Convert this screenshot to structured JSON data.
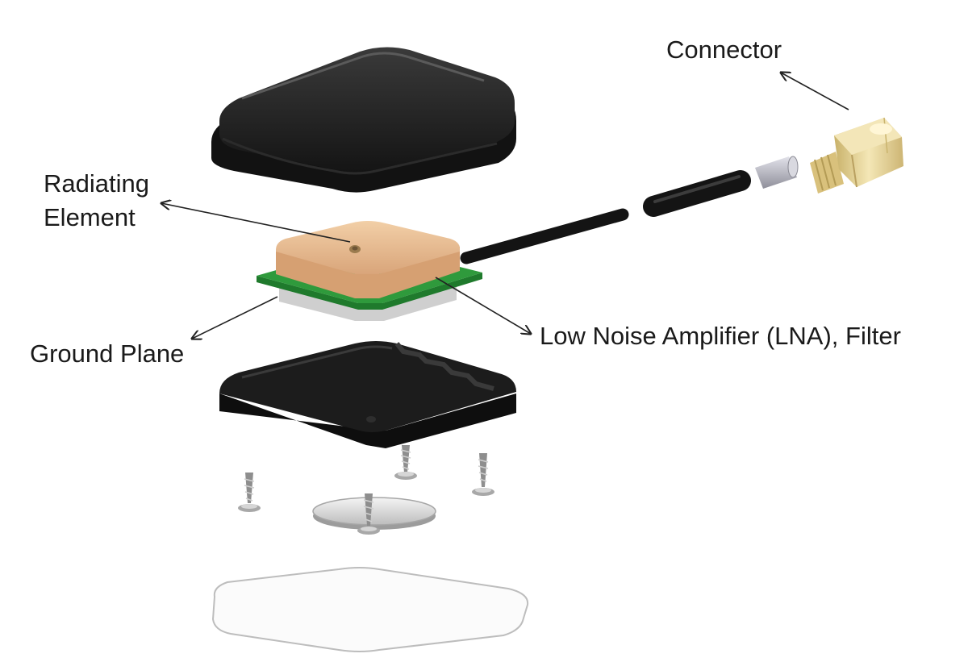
{
  "labels": {
    "connector": "Connector",
    "radiating_line1": "Radiating",
    "radiating_line2": "Element",
    "ground_plane": "Ground Plane",
    "lna_filter": "Low Noise Amplifier (LNA), Filter"
  },
  "colors": {
    "housing": "#161616",
    "housing_highlight": "#3a3a3a",
    "patch": "#e7b98c",
    "pcb": "#2f9a3c",
    "ground_plane": "#dcdcdc",
    "cable": "#141414",
    "ferrule": "#b8b8c2",
    "connector_brass": "#e6d08e",
    "screw": "#a8a8a8",
    "gasket": "#bdbdbd",
    "leader_line": "#222222"
  },
  "icons": {
    "connector": "sma-connector-icon",
    "screw": "screw-icon"
  }
}
